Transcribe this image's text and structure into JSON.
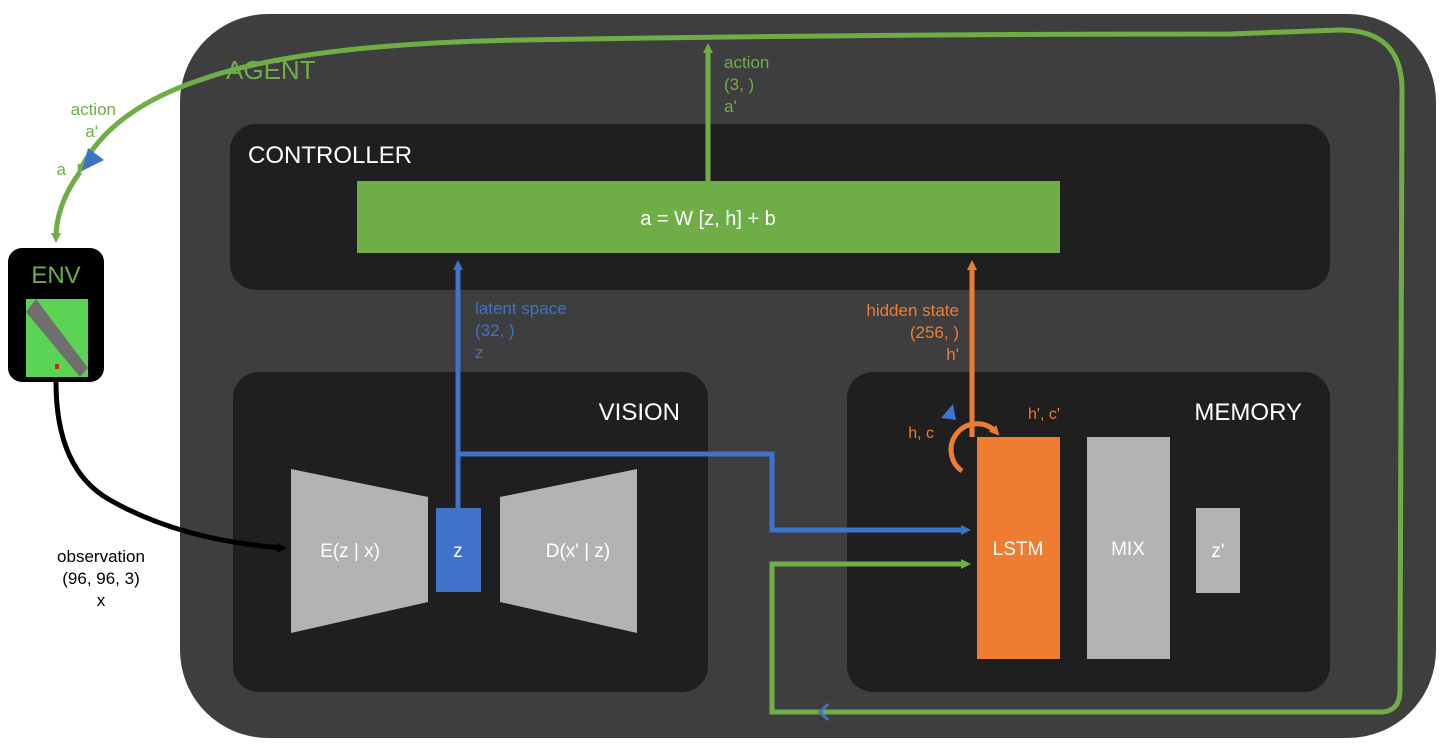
{
  "agent": {
    "label": "AGENT"
  },
  "controller": {
    "label": "CONTROLLER",
    "formula": "a = W [z, h] + b"
  },
  "vision": {
    "label": "VISION",
    "encoder": "E(z | x)",
    "latent": "z",
    "decoder": "D(x' | z)"
  },
  "memory": {
    "label": "MEMORY",
    "lstm": "LSTM",
    "mix": "MIX",
    "z_next": "z'"
  },
  "env": {
    "label": "ENV"
  },
  "labels": {
    "action_out": [
      "action",
      "(3, )",
      "a'"
    ],
    "action_in": [
      "action",
      "a'",
      "a"
    ],
    "latent_space": [
      "latent space",
      "(32, )",
      "z"
    ],
    "hidden_state": [
      "hidden state",
      "(256, )",
      "h'"
    ],
    "observation": [
      "observation",
      "(96, 96, 3)",
      "x"
    ],
    "recurrent_in": "h, c",
    "recurrent_out": "h', c'"
  },
  "colors": {
    "green": "#6fad46",
    "blue": "#3f72c9",
    "orange": "#ee7d31",
    "agent_bg": "#3e3e3e",
    "panel_bg": "#1f1f1f",
    "gray_block": "#b3b3b3"
  }
}
